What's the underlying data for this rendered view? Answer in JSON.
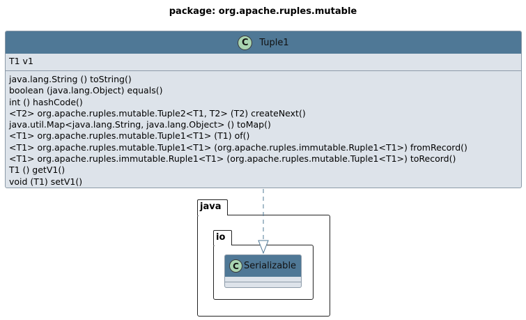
{
  "diagram": {
    "title": "package: org.apache.ruples.mutable",
    "class": {
      "stereotype_icon": "C",
      "name": "Tuple1",
      "fields": [
        "T1 v1"
      ],
      "methods": [
        "java.lang.String () toString()",
        "boolean (java.lang.Object) equals()",
        "int () hashCode()",
        "<T2> org.apache.ruples.mutable.Tuple2<T1, T2> (T2) createNext()",
        "java.util.Map<java.lang.String, java.lang.Object> () toMap()",
        "<T1> org.apache.ruples.mutable.Tuple1<T1> (T1) of()",
        "<T1> org.apache.ruples.mutable.Tuple1<T1> (org.apache.ruples.immutable.Ruple1<T1>) fromRecord()",
        "<T1> org.apache.ruples.immutable.Ruple1<T1> (org.apache.ruples.mutable.Tuple1<T1>) toRecord()",
        "T1 () getV1()",
        "void (T1) setV1()"
      ]
    },
    "packages": {
      "outer": "java",
      "inner": "io"
    },
    "interface": {
      "stereotype_icon": "C",
      "name": "Serializable"
    },
    "colors": {
      "header": "#4f7896",
      "body": "#dde3ea",
      "icon": "#a9d4b1",
      "arrow": "#4f7896"
    }
  }
}
